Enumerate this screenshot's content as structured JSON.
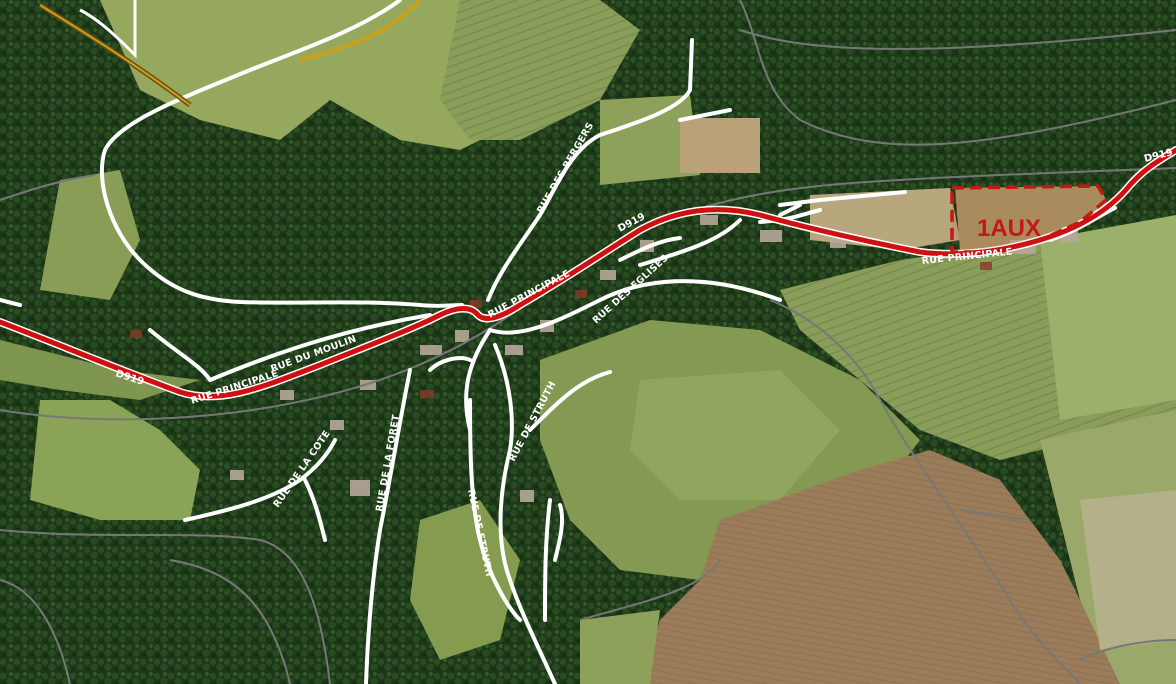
{
  "map": {
    "base": "aerial-photo",
    "colors": {
      "forest": "#1f3d1a",
      "meadow": "#7e9a52",
      "field_brown": "#9a7a55",
      "main_road": "#d01010",
      "secondary_road": "#ffffff",
      "rail": "#7a7a7a",
      "zone_outline": "#c21a12",
      "yellow_road": "#c8a020"
    }
  },
  "roads": {
    "d919_west": "D919",
    "d919_center": "D919",
    "d919_east": "D919",
    "rue_principale_west": "RUE PRINCIPALE",
    "rue_principale_center": "RUE PRINCIPALE",
    "rue_principale_east": "RUE PRINCIPALE",
    "rue_des_bergers": "RUE DES BERGERS",
    "rue_du_moulin": "RUE DU MOULIN",
    "rue_des_eglises": "RUE DES EGLISES",
    "rue_de_struth_upper": "RUE DE STRUTH",
    "rue_de_struth_lower": "RUE DE STRUTH",
    "rue_de_la_cote": "RUE DE LA COTE",
    "rue_de_la_foret": "RUE DE LA FORET"
  },
  "zone": {
    "label": "1AUX"
  }
}
